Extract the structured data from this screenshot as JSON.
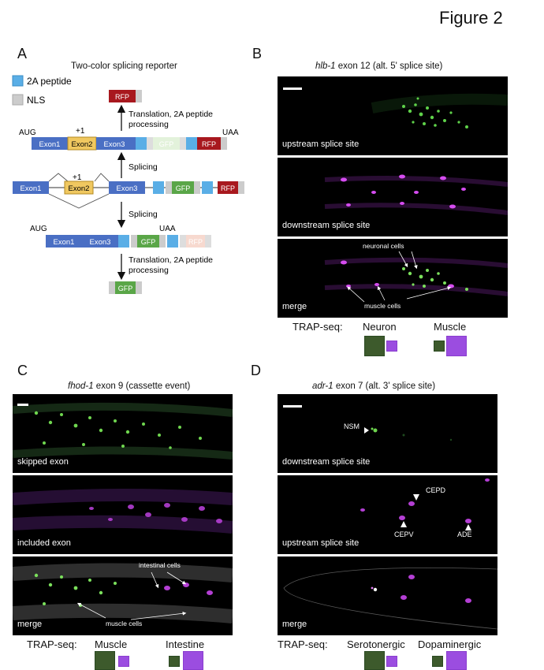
{
  "figure_title": "Figure 2",
  "panels": {
    "A": {
      "letter": "A",
      "title": "Two-color splicing reporter",
      "legend": [
        {
          "label": "2A peptide",
          "color": "#5aaee6"
        },
        {
          "label": "NLS",
          "color": "#cccccc"
        }
      ],
      "exon1": "Exon1",
      "exon2": "Exon2",
      "exon3": "Exon3",
      "gfp": "GFP",
      "rfp": "RFP",
      "aug": "AUG",
      "uaa": "UAA",
      "plus1": "+1",
      "splicing": "Splicing",
      "translation_line1": "Translation, 2A peptide",
      "translation_line2": "processing",
      "colors": {
        "exon_blue": "#4a6fc4",
        "exon_yellow": "#f0c860",
        "gfp_green": "#5aa648",
        "rfp_red": "#a8181e"
      }
    },
    "B": {
      "letter": "B",
      "title_gene": "hlb-1",
      "title_rest": " exon 12 (alt. 5' splice site)",
      "images": [
        {
          "label": "upstream splice site"
        },
        {
          "label": "downstream splice site"
        },
        {
          "label": "merge"
        }
      ],
      "annotations": {
        "neuronal": "neuronal cells",
        "muscle": "muscle cells"
      },
      "trap_label": "TRAP-seq:",
      "trap_groups": [
        {
          "name": "Neuron",
          "green_level": "high",
          "magenta_level": "low"
        },
        {
          "name": "Muscle",
          "green_level": "low",
          "magenta_level": "high"
        }
      ]
    },
    "C": {
      "letter": "C",
      "title_gene": "fhod-1",
      "title_rest": " exon 9 (cassette event)",
      "images": [
        {
          "label": "skipped exon"
        },
        {
          "label": "included exon"
        },
        {
          "label": "merge"
        }
      ],
      "annotations": {
        "intestinal": "intestinal cells",
        "muscle": "muscle cells"
      },
      "trap_label": "TRAP-seq:",
      "trap_groups": [
        {
          "name": "Muscle",
          "green_level": "high",
          "magenta_level": "low"
        },
        {
          "name": "Intestine",
          "green_level": "low",
          "magenta_level": "high"
        }
      ]
    },
    "D": {
      "letter": "D",
      "title_gene": "adr-1",
      "title_rest": " exon 7 (alt. 3' splice site)",
      "images": [
        {
          "label": "downstream splice site"
        },
        {
          "label": "upstream splice site"
        },
        {
          "label": "merge"
        }
      ],
      "annotations": {
        "nsm": "NSM",
        "cepd": "CEPD",
        "cepv": "CEPV",
        "ade": "ADE"
      },
      "trap_label": "TRAP-seq:",
      "trap_groups": [
        {
          "name": "Serotonergic",
          "green_level": "high",
          "magenta_level": "low"
        },
        {
          "name": "Dopaminergic",
          "green_level": "low",
          "magenta_level": "high"
        }
      ]
    }
  }
}
